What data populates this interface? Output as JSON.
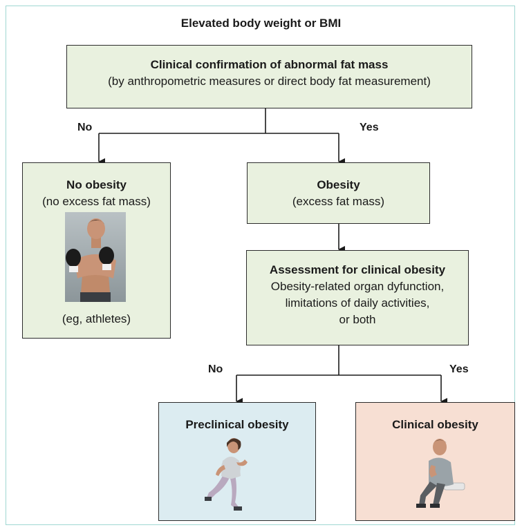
{
  "title": "Elevated body weight or BMI",
  "confirmation": {
    "heading": "Clinical confirmation of abnormal fat mass",
    "detail": "(by anthropometric measures or direct body fat measurement)"
  },
  "branch1": {
    "no": "No",
    "yes": "Yes"
  },
  "no_obesity": {
    "heading": "No obesity",
    "detail": "(no excess fat mass)",
    "example": "(eg, athletes)"
  },
  "obesity": {
    "heading": "Obesity",
    "detail": "(excess fat mass)"
  },
  "assessment": {
    "heading": "Assessment for clinical obesity",
    "line1": "Obesity-related organ dyfunction,",
    "line2": "limitations of daily activities,",
    "line3": "or both"
  },
  "branch2": {
    "no": "No",
    "yes": "Yes"
  },
  "preclinical": {
    "heading": "Preclinical obesity"
  },
  "clinical": {
    "heading": "Clinical obesity"
  },
  "colors": {
    "green_box": "#e9f1df",
    "blue_box": "#dcecf1",
    "peach_box": "#f7dfd3",
    "frame": "#9fd7d2"
  }
}
